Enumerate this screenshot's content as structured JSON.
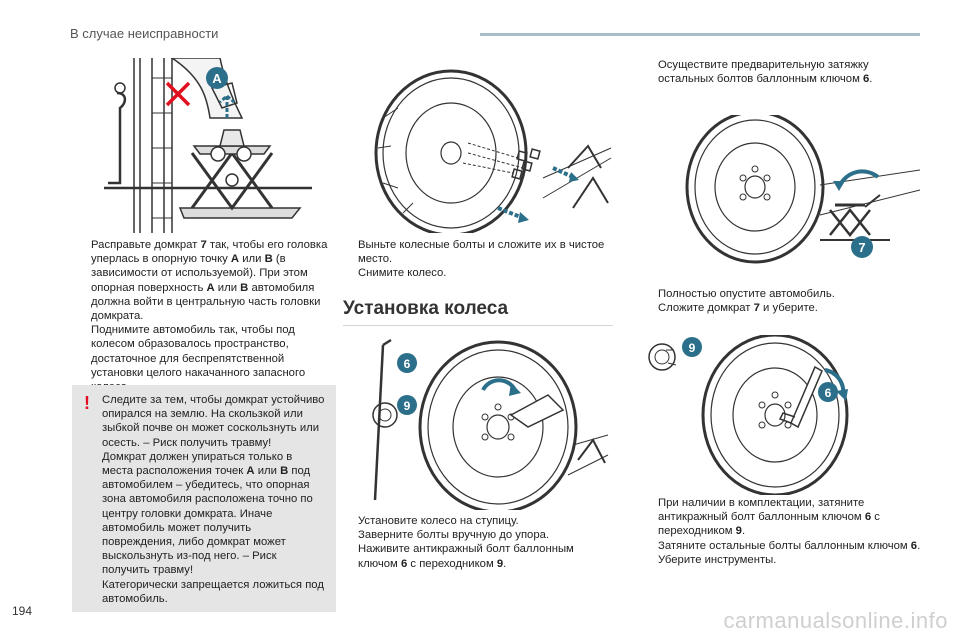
{
  "header": {
    "title": "В случае неисправности"
  },
  "col1": {
    "bullets": [
      [
        {
          "t": "Расправьте домкрат "
        },
        {
          "t": "7",
          "b": 1
        },
        {
          "t": " так, чтобы его головка уперлась в опорную точку "
        },
        {
          "t": "A",
          "b": 1
        },
        {
          "t": " или "
        },
        {
          "t": "B",
          "b": 1
        },
        {
          "t": " (в зависимости от используемой). При этом опорная поверхность "
        },
        {
          "t": "A",
          "b": 1
        },
        {
          "t": " или "
        },
        {
          "t": "B",
          "b": 1
        },
        {
          "t": " автомобиля должна войти в центральную часть головки домкрата."
        }
      ],
      [
        {
          "t": "Поднимите автомобиль так, чтобы под колесом образовалось пространство, достаточное для беспрепятственной установки целого накачанного запасного колеса."
        }
      ]
    ],
    "warning": [
      [
        {
          "t": "Следите за тем, чтобы домкрат устойчиво опирался на землю. На скользкой или зыбкой почве он может соскользнуть или осесть. – Риск получить травму!"
        }
      ],
      [
        {
          "t": "Домкрат должен упираться только в места расположения точек "
        },
        {
          "t": "A",
          "b": 1
        },
        {
          "t": " или "
        },
        {
          "t": "B",
          "b": 1
        },
        {
          "t": " под автомобилем – убедитесь, что опорная зона автомобиля расположена точно по центру головки домкрата. Иначе автомобиль может получить повреждения, либо домкрат может выскользнуть из-под него. – Риск получить травму!"
        }
      ],
      [
        {
          "t": "Категорически запрещается ложиться под автомобиль."
        }
      ]
    ]
  },
  "col2": {
    "bullets": [
      [
        {
          "t": "Выньте колесные болты и сложите их в чистое место."
        }
      ],
      [
        {
          "t": "Снимите колесо."
        }
      ]
    ],
    "heading": "Установка колеса",
    "bullets2": [
      [
        {
          "t": "Установите колесо на ступицу."
        }
      ],
      [
        {
          "t": "Заверните болты вручную до упора."
        }
      ],
      [
        {
          "t": "Наживите антикражный болт баллонным ключом "
        },
        {
          "t": "6",
          "b": 1
        },
        {
          "t": " с переходником "
        },
        {
          "t": "9",
          "b": 1
        },
        {
          "t": "."
        }
      ]
    ]
  },
  "col3": {
    "bullets_top": [
      [
        {
          "t": "Осуществите предварительную затяжку остальных болтов баллонным ключом "
        },
        {
          "t": "6",
          "b": 1
        },
        {
          "t": "."
        }
      ]
    ],
    "bullets_mid": [
      [
        {
          "t": "Полностью опустите автомобиль."
        }
      ],
      [
        {
          "t": "Сложите домкрат "
        },
        {
          "t": "7",
          "b": 1
        },
        {
          "t": " и уберите."
        }
      ]
    ],
    "bullets_bottom": [
      [
        {
          "t": "При наличии в комплектации, затяните антикражный болт баллонным ключом "
        },
        {
          "t": "6",
          "b": 1
        },
        {
          "t": " с переходником "
        },
        {
          "t": "9",
          "b": 1
        },
        {
          "t": "."
        }
      ],
      [
        {
          "t": "Затяните остальные болты баллонным ключом "
        },
        {
          "t": "6",
          "b": 1
        },
        {
          "t": "."
        }
      ],
      [
        {
          "t": "Уберите инструменты."
        }
      ]
    ]
  },
  "figures": {
    "jack_label": "A",
    "lift_label": "7",
    "fit_labels": [
      "6",
      "9"
    ],
    "tighten_labels": [
      "9",
      "6"
    ]
  },
  "bullet_marker": "",
  "page_number": "194",
  "watermark": "carmanualsonline.info",
  "colors": {
    "accent": "#2b6f8a",
    "warning": "#e10f1f",
    "warning_bg": "#e5e5e5",
    "header_line": "#a9bdc9"
  }
}
